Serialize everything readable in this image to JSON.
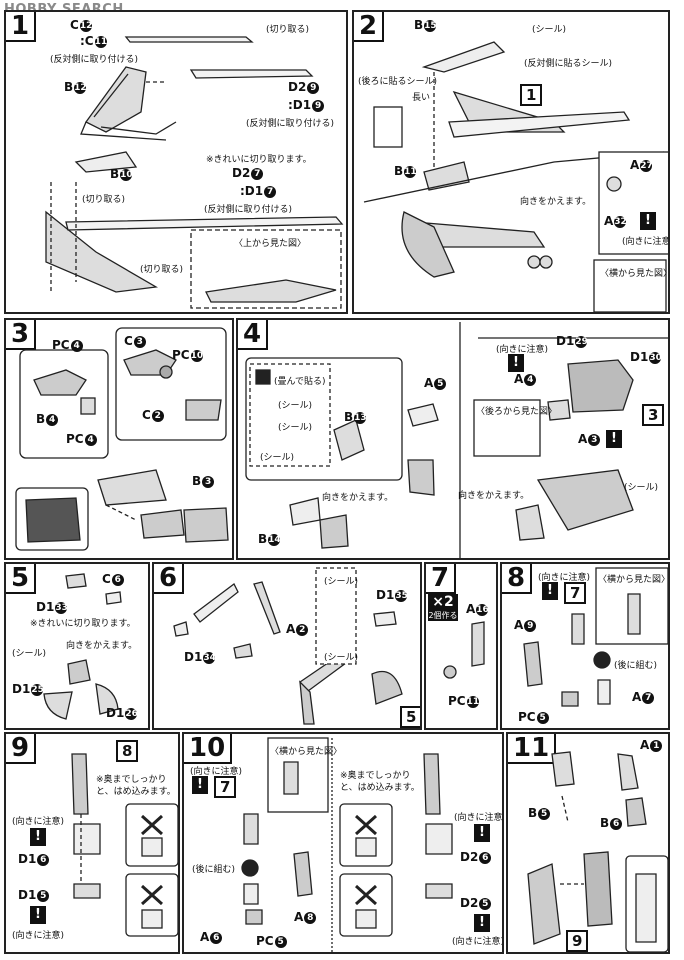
{
  "watermark": "HOBBY SEARCH",
  "steps": {
    "s1": {
      "no": "1",
      "lbl_c12": "C",
      "num_c12": "12",
      "lbl_c11": ":C",
      "num_c11": "11",
      "note_reverse1": "(反対側に取り付ける)",
      "lbl_b12": "B",
      "num_b12": "12",
      "cut1": "(切り取る)",
      "lbl_d2": "D2",
      "num_d2": "9",
      "lbl_d1": ":D1",
      "num_d1": "9",
      "note_reverse2": "(反対側に取り付ける)",
      "lbl_b10": "B",
      "num_b10": "10",
      "cut2": "(切り取る)",
      "note_clean": "※きれいに切り取ります。",
      "lbl_d27": "D2",
      "num_d27": "7",
      "lbl_d17": ":D1",
      "num_d17": "7",
      "note_reverse3": "(反対側に取り付ける)",
      "cut3": "(切り取る)",
      "topview": "〈上から見た図〉"
    },
    "s2": {
      "no": "2",
      "lbl_b15": "B",
      "num_b15": "15",
      "seal_ku": "(シール)",
      "note_reverse_seal": "(反対側に貼るシール)",
      "note_back_seal": "(後ろに貼るシール)",
      "long": "長い",
      "ref1": "1",
      "lbl_b11": "B",
      "num_b11": "11",
      "turn": "向きをかえます。",
      "lbl_a27": "A",
      "num_a27": "27",
      "lbl_a32": "A",
      "num_a32": "32",
      "caution": "(向きに注意)",
      "sideview": "〈横から見た図〉"
    },
    "s3": {
      "no": "3",
      "lbl_pc4a": "PC",
      "num_pc4a": "4",
      "lbl_b4": "B",
      "num_b4": "4",
      "lbl_pc4b": "PC",
      "num_pc4b": "4",
      "lbl_c3": "C",
      "num_c3": "3",
      "lbl_pc10": "PC",
      "num_pc10": "10",
      "lbl_c2": "C",
      "num_c2": "2",
      "lbl_b3": "B",
      "num_b3": "3"
    },
    "s4": {
      "no": "4",
      "legend_fold": "(畳んで貼る)",
      "legend_u": "(シール)",
      "legend_ka": "(シール)",
      "legend_te": "(シール)",
      "lbl_b13": "B",
      "num_b13": "13",
      "lbl_a5": "A",
      "num_a5": "5",
      "turn": "向きをかえます。",
      "lbl_b14": "B",
      "num_b14": "14",
      "caution": "(向きに注意)",
      "lbl_d129": "D1",
      "num_d129": "29",
      "lbl_d130": "D1",
      "num_d130": "30",
      "lbl_a4": "A",
      "num_a4": "4",
      "backview": "〈後ろから見た図〉",
      "lbl_a3": "A",
      "num_a3": "3",
      "ref3": "3",
      "turn2": "向きをかえます。",
      "seal_e": "(シール)"
    },
    "s5": {
      "no": "5",
      "lbl_c6": "C",
      "num_c6": "6",
      "lbl_d133": "D1",
      "num_d133": "33",
      "note_clean": "※きれいに切り取ります。",
      "seal_te": "(シール)",
      "turn": "向きをかえます。",
      "lbl_d125": "D1",
      "num_d125": "25",
      "lbl_d126": "D1",
      "num_d126": "26"
    },
    "s6": {
      "no": "6",
      "seal_i": "(シール)",
      "lbl_a2": "A",
      "num_a2": "2",
      "lbl_d134": "D1",
      "num_d134": "34",
      "seal_u": "(シール)",
      "lbl_d135": "D1",
      "num_d135": "35",
      "ref5": "5"
    },
    "s7": {
      "no": "7",
      "mult": "×2",
      "mult_note": "2個作る",
      "lbl_a16": "A",
      "num_a16": "16",
      "lbl_pc11": "PC",
      "num_pc11": "11"
    },
    "s8": {
      "no": "8",
      "caution": "(向きに注意)",
      "ref7": "7",
      "sideview": "〈横から見た図〉",
      "lbl_a9": "A",
      "num_a9": "9",
      "back_fold": "(後に組む)",
      "lbl_a7": "A",
      "num_a7": "7",
      "lbl_pc5": "PC",
      "num_pc5": "5"
    },
    "s9": {
      "no": "9",
      "ref8": "8",
      "note": "※奥までしっかりと、はめ込みます。",
      "caution1": "(向きに注意)",
      "lbl_d16": "D1",
      "num_d16": "6",
      "lbl_d15": "D1",
      "num_d15": "5",
      "caution2": "(向きに注意)"
    },
    "s10": {
      "no": "10",
      "caution": "(向きに注意)",
      "ref7": "7",
      "sideview": "〈横から見た図〉",
      "back_fold": "(後に組む)",
      "lbl_a6": "A",
      "num_a6": "6",
      "lbl_pc5": "PC",
      "num_pc5": "5",
      "lbl_a8": "A",
      "num_a8": "8",
      "note": "※奥までしっかりと、はめ込みます。",
      "lbl_d26": "D2",
      "num_d26": "6",
      "lbl_d25": "D2",
      "num_d25": "5",
      "caution2": "(向きに注意)",
      "caution3": "(向きに注意)"
    },
    "s11": {
      "no": "11",
      "lbl_a1": "A",
      "num_a1": "1",
      "lbl_b5": "B",
      "num_b5": "5",
      "lbl_b6": "B",
      "num_b6": "6",
      "ref9": "9"
    }
  }
}
